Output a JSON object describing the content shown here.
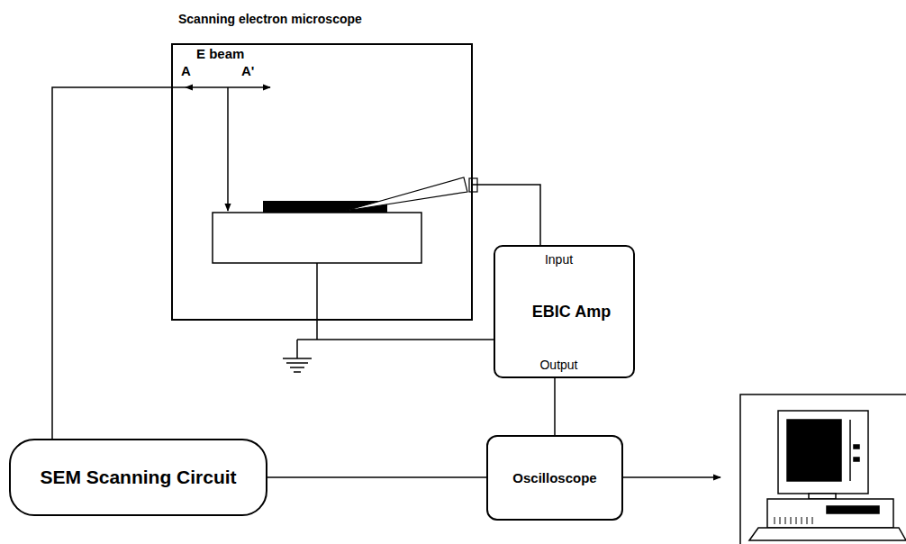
{
  "diagram": {
    "nodes": [
      {
        "text": [
          "Scanning electron microscope"
        ]
      },
      {
        "text": [
          "Input",
          "EBIC Amp",
          "Output"
        ]
      },
      {
        "text": [
          "SEM Scanning Circuit"
        ]
      },
      {
        "text": [
          "Oscilloscope"
        ]
      }
    ],
    "edges": [
      {
        "from": 0,
        "to": 1,
        "arrow": "none"
      },
      {
        "from": 1,
        "to": 3,
        "arrow": "none"
      },
      {
        "from": 2,
        "to": 3,
        "arrow": "none"
      },
      {
        "from": 2,
        "to": 0,
        "arrow": "none"
      }
    ],
    "labels": [
      "E beam",
      "A",
      "A'"
    ]
  }
}
